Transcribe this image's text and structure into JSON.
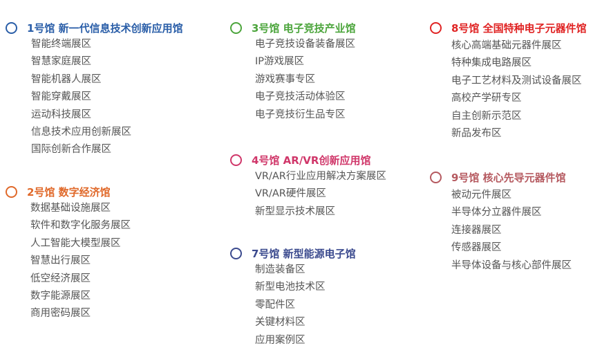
{
  "halls": {
    "hall1": {
      "title": "1号馆  新一代信息技术创新应用馆",
      "color": "#2a5ea8",
      "items": [
        "智能终端展区",
        "智慧家庭展区",
        "智能机器人展区",
        "智能穿戴展区",
        "运动科技展区",
        "信息技术应用创新展区",
        "国际创新合作展区"
      ]
    },
    "hall2": {
      "title": "2号馆  数字经济馆",
      "color": "#e0692a",
      "items": [
        "数据基础设施展区",
        "软件和数字化服务展区",
        "人工智能大模型展区",
        "智慧出行展区",
        "低空经济展区",
        "数字能源展区",
        "商用密码展区"
      ]
    },
    "hall3": {
      "title": "3号馆  电子竞技产业馆",
      "color": "#4ca53c",
      "items": [
        "电子竞技设备装备展区",
        "IP游戏展区",
        "游戏赛事专区",
        "电子竞技活动体验区",
        "电子竞技衍生品专区"
      ]
    },
    "hall4": {
      "title": "4号馆  AR/VR创新应用馆",
      "color": "#d0376a",
      "items": [
        "VR/AR行业应用解决方案展区",
        "VR/AR硬件展区",
        "新型显示技术展区"
      ]
    },
    "hall7": {
      "title": "7号馆  新型能源电子馆",
      "color": "#3b4a8e",
      "items": [
        "制造装备区",
        "新型电池技术区",
        "零配件区",
        "关键材料区",
        "应用案例区"
      ]
    },
    "hall8": {
      "title": "8号馆  全国特种电子元器件馆",
      "color": "#e02424",
      "items": [
        "核心高端基础元器件展区",
        "特种集成电路展区",
        "电子工艺材料及测试设备展区",
        "高校产学研专区",
        "自主创新示范区",
        "新品发布区"
      ]
    },
    "hall9": {
      "title": "9号馆  核心先导元器件馆",
      "color": "#b5595f",
      "items": [
        "被动元件展区",
        "半导体分立器件展区",
        "连接器展区",
        "传感器展区",
        "半导体设备与核心部件展区"
      ]
    }
  },
  "icons": {
    "hall_marker": "ring-icon"
  }
}
